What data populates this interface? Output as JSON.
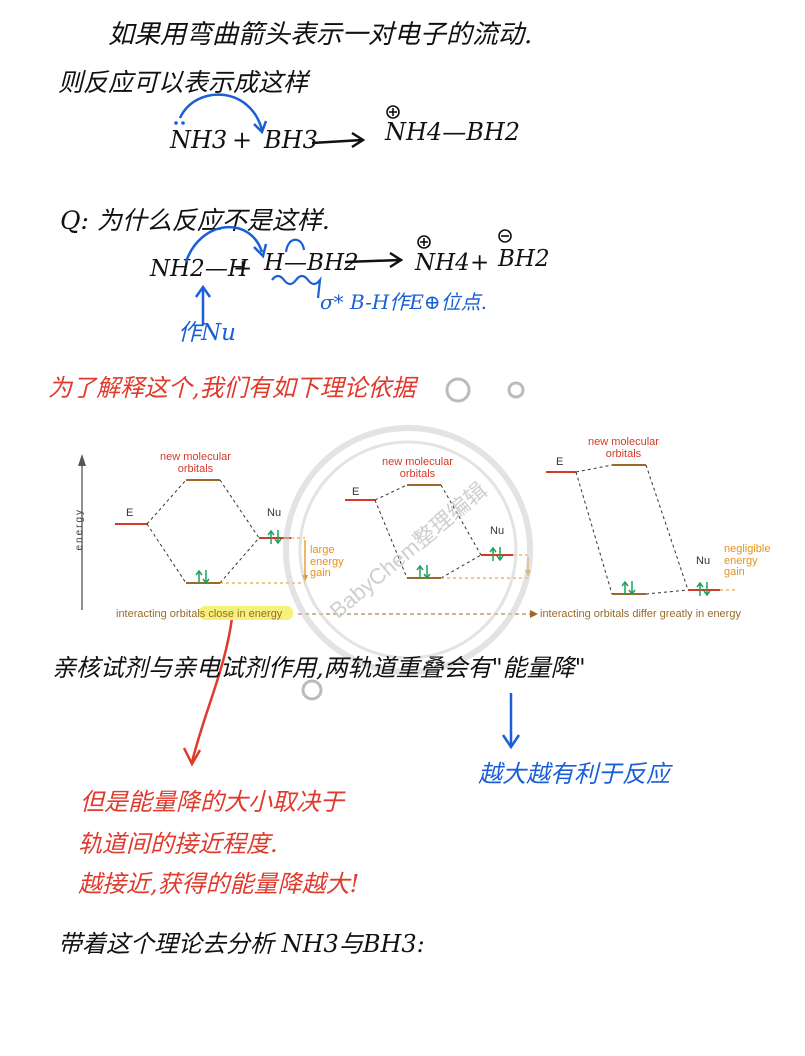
{
  "notes": {
    "line1": "如果用弯曲箭头表示一对电子的流动.",
    "line2": "则反应可以表示成这样",
    "q_line": "Q: 为什么反应不是这样.",
    "explain": "为了解释这个,我们有如下理论依据",
    "conclusion": "亲核试剂与亲电试剂作用,两轨道重叠会有\"能量降\"",
    "blue_note": "越大越有利于反应",
    "red1": "但是能量降的大小取决于",
    "red2": "轨道间的接近程度.",
    "red3": "越接近,获得的能量降越大!",
    "last": "带着这个理论去分析 NH3与BH3:"
  },
  "eq1": {
    "reactant1": "NH3",
    "plus": "+",
    "reactant2": "BH3",
    "product": "NH4—BH2"
  },
  "eq2": {
    "r1": "NH2—H",
    "plus1": "+",
    "r2": "H—BH2",
    "p1": "NH4",
    "plus2": "+",
    "p2": "BH2",
    "nu_label": "作Nu",
    "sigma_label": "σ* B-H作E⊕位点."
  },
  "diagram": {
    "energy_axis": "energy",
    "left": {
      "e": "E",
      "nu": "Nu",
      "mo": "new molecular\norbitals",
      "gain": "large\nenergy\ngain"
    },
    "mid": {
      "e": "E",
      "nu": "Nu",
      "mo": "new molecular\norbitals"
    },
    "right": {
      "e": "E",
      "nu": "Nu",
      "mo": "new molecular\norbitals",
      "gain": "negligible\nenergy\ngain"
    },
    "bottom_left": "interacting orbitals close in energy",
    "bottom_right": "interacting orbitals differ greatly in energy"
  },
  "watermark": {
    "text": "BabyChem整理编辑"
  },
  "colors": {
    "ink": "#111111",
    "blue": "#1a5fd6",
    "red": "#e03a2c",
    "orange": "#e8901a",
    "brown": "#9a6a2a",
    "green": "#1fa05a",
    "highlight": "#f4f27a"
  }
}
